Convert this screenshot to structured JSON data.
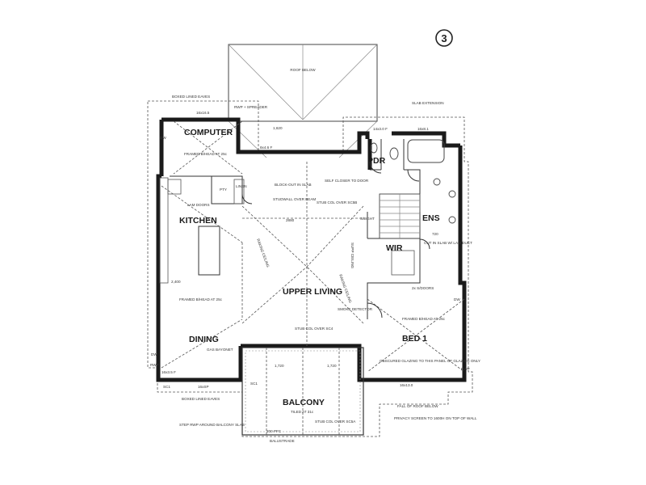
{
  "page_number": "3",
  "rooms": {
    "computer": "COMPUTER",
    "kitchen": "KITCHEN",
    "dining": "DINING",
    "upper_living": "UPPER LIVING",
    "bed1": "BED 1",
    "ens": "ENS",
    "wir": "WIR",
    "pdr": "PDR",
    "balcony": "BALCONY"
  },
  "notes": {
    "roof_below": "ROOF BELOW",
    "boxed_eaves_top": "BOXED LINED EAVES",
    "slab_extension": "SLAB EXTENSION",
    "rwp_spreader": "RWP + SPREADER",
    "dim_computer_top": "16x16.5",
    "dim_1620": "1,620",
    "dim_8x4": "8x4.6 F",
    "dim_14x3": "14x3.0 F",
    "dim_16x8": "16x8.1",
    "framed_bhead_computer": "FRAMED B/HEAD AT 25c",
    "lam_doors": "LAM DOORS",
    "pty": "PTY",
    "linen": "LINEN",
    "block_out": "BLOCK-OUT IN SLAB",
    "studwall": "STUDWALL OVER BEAM",
    "self_closer": "SELF CLOSER TO DOOR",
    "stub_col_top": "STUB COL OVER SC5B",
    "raking_ceiling_left": "RAKING CEILING",
    "raking_ceiling_right": "RAKING CEILING",
    "supp_ceiling": "SUPP CEILING",
    "skylight": "S/LIGHT",
    "cut_in_slab": "CUT IN SLAB W/ LAM DUCT",
    "sidoors": "2x S/DOORS",
    "dim_2400": "2,400",
    "framed_bhead_dining": "FRAMED B/HEAD AT 25c",
    "smoke_detector": "SMOKE DETECTOR",
    "stub_col_mid": "STUB COL OVER SC4",
    "framed_bhead_bed": "FRAMED B/HEAD AT 25c",
    "obscured_glazing": "OBSCURED GLAZING TO THIS PANEL OF GLAZING ONLY",
    "gas_bayonet": "GAS BAYONET",
    "dim_1720_left": "1,720",
    "dim_1720_right": "1,720",
    "dim_16x3": "16x3.5 F",
    "dim_16xsp": "16xSP",
    "dim_16x13": "16x13.0",
    "boxed_eaves_bottom": "BOXED LINED EAVES",
    "fall_of_roof": "FALL OF ROOF BELOW",
    "tiled_balcony": "TILED AT 31c",
    "privacy_screen": "PRIVACY SCREEN TO 1600H ON TOP OF WALL",
    "step_rwp": "STEP RWP AROUND BALCONY SLAB",
    "stub_col_bottom": "STUB COL OVER SC5A",
    "dim_200pfc": "200 PFC",
    "balustrade": "BALUSTRADE",
    "sc1_left": "SC1",
    "sc1_right": "SC1",
    "dw_top": "DW",
    "dw_dining": "DW",
    "dw_bed": "DW",
    "rwp_left": "RWP",
    "rwp_right": "RWP",
    "dim_720": "720",
    "dim_2880": "2880"
  }
}
